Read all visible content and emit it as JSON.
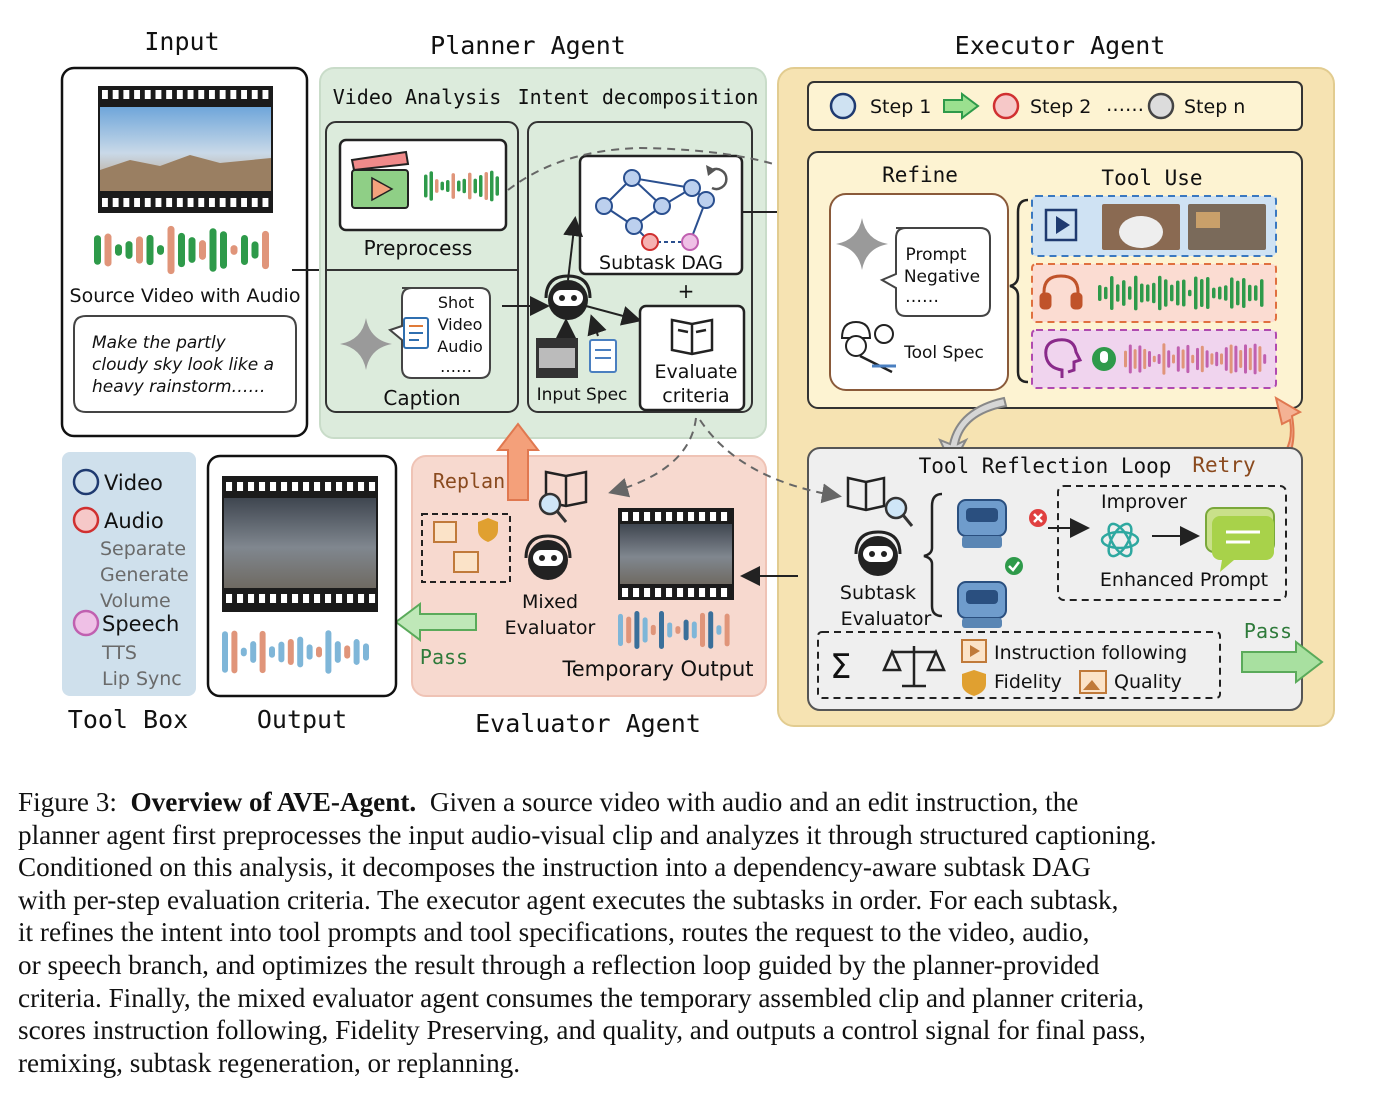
{
  "figure": {
    "input": {
      "title": "Input",
      "source_label": "Source Video with Audio",
      "instruction": [
        "Make the partly",
        "cloudy sky look like a",
        "heavy rainstorm……"
      ]
    },
    "planner": {
      "title": "Planner Agent",
      "video_analysis": "Video Analysis",
      "intent_decomposition": "Intent decomposition",
      "preprocess": "Preprocess",
      "caption": "Caption",
      "caption_items": [
        "Shot",
        "Video",
        "Audio",
        "……"
      ],
      "subtask_dag": "Subtask DAG",
      "plus": "+",
      "input_spec": "Input Spec",
      "evaluate_criteria": [
        "Evaluate",
        "criteria"
      ]
    },
    "executor": {
      "title": "Executor Agent",
      "steps": [
        "Step 1",
        "Step 2",
        "……",
        "Step n"
      ],
      "refine": "Refine",
      "prompt_items": [
        "Prompt",
        "Negative",
        "……"
      ],
      "tool_spec": "Tool Spec",
      "tool_use": "Tool Use",
      "reflection_title": "Tool Reflection Loop",
      "retry": "Retry",
      "improver": "Improver",
      "enhanced_prompt": "Enhanced Prompt",
      "subtask_evaluator": [
        "Subtask",
        "Evaluator"
      ],
      "sigma": "Σ",
      "instruction_following": "Instruction following",
      "fidelity": "Fidelity",
      "quality": "Quality",
      "pass": "Pass"
    },
    "evaluator": {
      "title": "Evaluator Agent",
      "replan": "Replan",
      "mixed_evaluator": [
        "Mixed",
        "Evaluator"
      ],
      "temporary_output": "Temporary Output",
      "pass": "Pass"
    },
    "toolbox": {
      "title": "Tool Box",
      "video": "Video",
      "audio": "Audio",
      "audio_items": [
        "Separate",
        "Generate",
        "Volume"
      ],
      "speech": "Speech",
      "speech_items": [
        "TTS",
        "Lip Sync"
      ]
    },
    "output": {
      "title": "Output"
    }
  },
  "caption": {
    "label": "Figure 3:",
    "title": "Overview of AVE-Agent.",
    "line1": "Given a source video with audio and an edit instruction, the",
    "lines": [
      "planner agent first preprocesses the input audio-visual clip and analyzes it through structured captioning.",
      "Conditioned on this analysis, it decomposes the instruction into a dependency-aware subtask DAG",
      "with per-step evaluation criteria. The executor agent executes the subtasks in order. For each subtask,",
      "it refines the intent into tool prompts and tool specifications, routes the request to the video, audio,",
      "or speech branch, and optimizes the result through a reflection loop guided by the planner-provided",
      "criteria. Finally, the mixed evaluator agent consumes the temporary assembled clip and planner criteria,",
      "scores instruction following, Fidelity Preserving, and quality, and outputs a control signal for final pass,",
      "remixing, subtask regeneration, or replanning."
    ]
  },
  "colors": {
    "planner_bg": "#dcebdc",
    "executor_bg": "#f6e3b2",
    "evaluator_bg": "#f7d9cf",
    "toolbox_bg": "#cfe0ec",
    "video_blue": "#1f3a70",
    "audio_red": "#d03030",
    "speech_pink": "#c060b0",
    "wave_green": "#2e9a4a",
    "wave_salmon": "#e0957a",
    "wave_blue": "#7fb6d8",
    "arrow_orange": "#f0906a",
    "arrow_green": "#8fd08a"
  }
}
